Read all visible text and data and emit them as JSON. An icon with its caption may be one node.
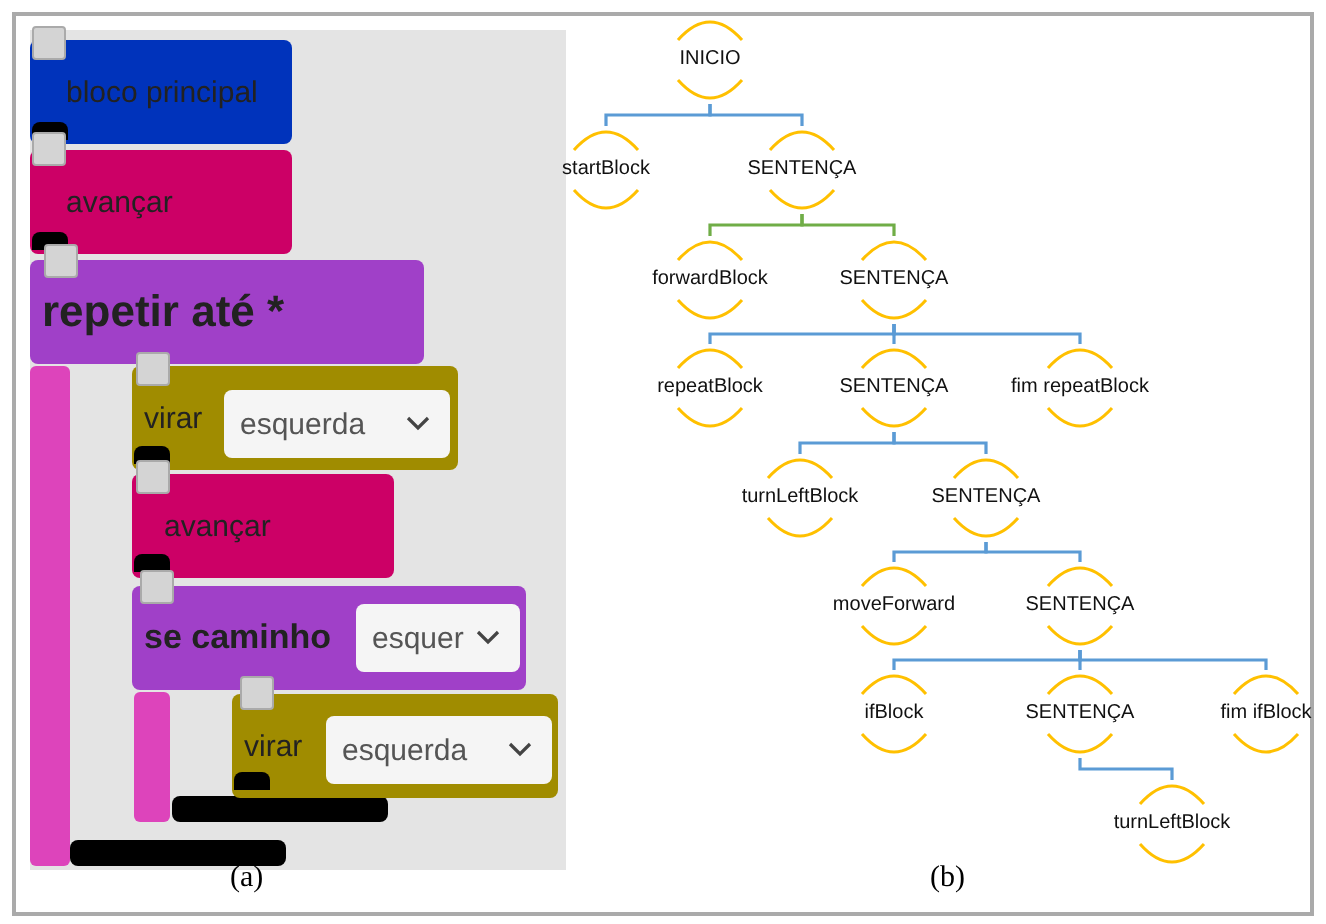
{
  "diagram": {
    "nodes": [
      {
        "text": [
          "bloco principal"
        ]
      },
      {
        "text": [
          "avançar"
        ]
      },
      {
        "text": [
          "repetir até *"
        ]
      },
      {
        "text": [
          "virar"
        ],
        "in": 2
      },
      {
        "text": [
          "esquerda"
        ],
        "in": 3
      },
      {
        "text": [
          "avançar"
        ],
        "in": 2
      },
      {
        "text": [
          "se caminho"
        ]
      },
      {
        "text": [
          "esquer"
        ],
        "in": 6
      },
      {
        "text": [
          "virar"
        ],
        "in": 6
      },
      {
        "text": [
          "esquerda"
        ],
        "in": 8
      },
      {
        "text": [
          "INICIO"
        ]
      },
      {
        "text": [
          "startBlock"
        ]
      },
      {
        "text": [
          "SENTENÇA"
        ]
      },
      {
        "text": [
          "forwardBlock"
        ]
      },
      {
        "text": [
          "SENTENÇA"
        ]
      },
      {
        "text": [
          "repeatBlock"
        ]
      },
      {
        "text": [
          "SENTENÇA"
        ]
      },
      {
        "text": [
          "fim repeatBlock"
        ]
      },
      {
        "text": [
          "turnLeftBlock"
        ]
      },
      {
        "text": [
          "SENTENÇA"
        ]
      },
      {
        "text": [
          "moveForward"
        ]
      },
      {
        "text": [
          "SENTENÇA"
        ]
      },
      {
        "text": [
          "ifBlock"
        ]
      },
      {
        "text": [
          "SENTENÇA"
        ]
      },
      {
        "text": [
          "fim ifBlock"
        ]
      },
      {
        "text": [
          "turnLeftBlock"
        ]
      }
    ],
    "edges": [
      {
        "from": 10,
        "to": 11,
        "arrow": "none"
      },
      {
        "from": 10,
        "to": 12,
        "arrow": "none"
      },
      {
        "from": 12,
        "to": 13,
        "arrow": "none",
        "color": "#70ad47"
      },
      {
        "from": 12,
        "to": 14,
        "arrow": "none",
        "color": "#70ad47"
      },
      {
        "from": 14,
        "to": 15,
        "arrow": "none"
      },
      {
        "from": 14,
        "to": 16,
        "arrow": "none"
      },
      {
        "from": 14,
        "to": 17,
        "arrow": "none"
      },
      {
        "from": 16,
        "to": 18,
        "arrow": "none"
      },
      {
        "from": 16,
        "to": 19,
        "arrow": "none"
      },
      {
        "from": 19,
        "to": 20,
        "arrow": "none"
      },
      {
        "from": 19,
        "to": 21,
        "arrow": "none"
      },
      {
        "from": 21,
        "to": 22,
        "arrow": "none"
      },
      {
        "from": 21,
        "to": 23,
        "arrow": "none"
      },
      {
        "from": 21,
        "to": 24,
        "arrow": "none"
      },
      {
        "from": 23,
        "to": 25,
        "arrow": "none"
      }
    ],
    "labels": [
      "(a)",
      "(b)"
    ]
  }
}
